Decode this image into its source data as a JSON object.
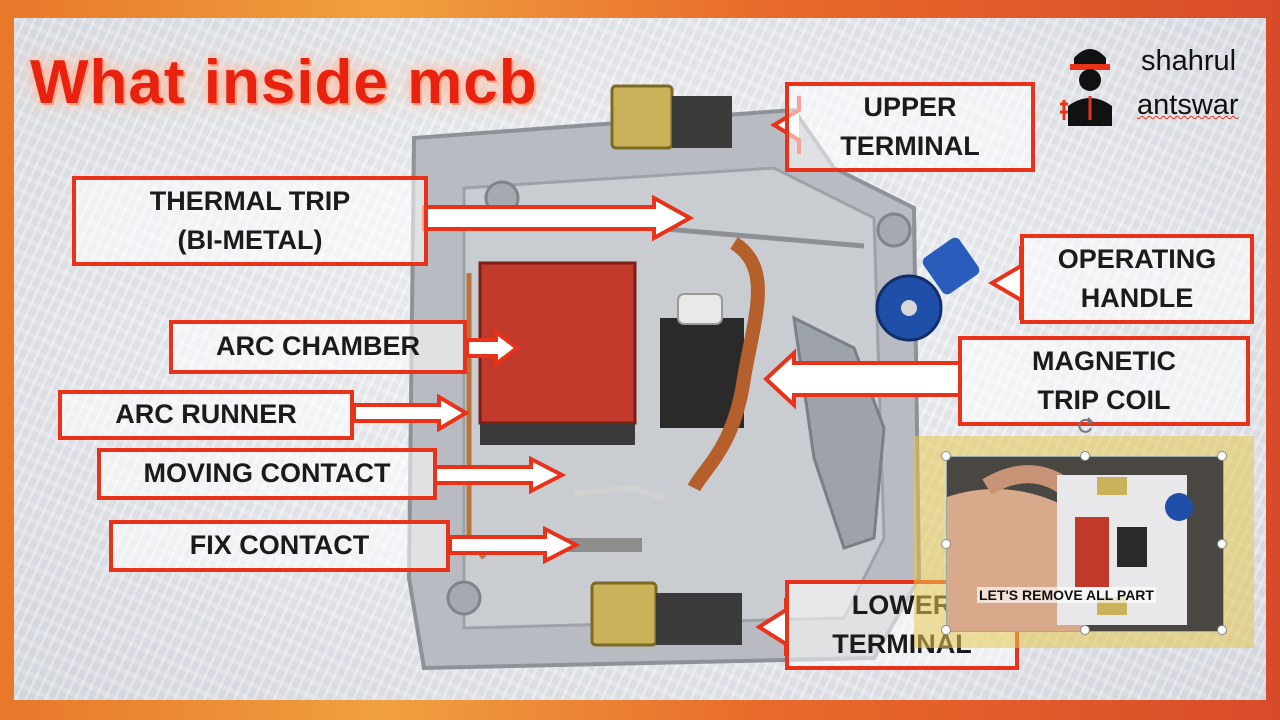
{
  "title": "What inside mcb",
  "brand": {
    "line1": "shahrul",
    "line2": "antswar",
    "logo_icon": "electrician-plug-icon"
  },
  "labels": {
    "upper_terminal": {
      "line1": "UPPER",
      "line2": "TERMINAL"
    },
    "thermal_trip": {
      "line1": "THERMAL TRIP",
      "line2": "(BI-METAL)"
    },
    "operating_handle": {
      "line1": "OPERATING",
      "line2": "HANDLE"
    },
    "arc_chamber": "ARC CHAMBER",
    "magnetic_trip_coil": {
      "line1": "MAGNETIC",
      "line2": "TRIP COIL"
    },
    "arc_runner": "ARC RUNNER",
    "moving_contact": "MOVING CONTACT",
    "fix_contact": "FIX CONTACT",
    "lower_terminal": {
      "line1": "LOWER",
      "line2": "TERMINAL"
    }
  },
  "inset": {
    "caption": "LET'S REMOVE ALL PART"
  },
  "colors": {
    "label_border": "#e8321a",
    "title": "#e8220f",
    "handle": "#1f4fa8",
    "arc_chamber": "#c0392b"
  }
}
